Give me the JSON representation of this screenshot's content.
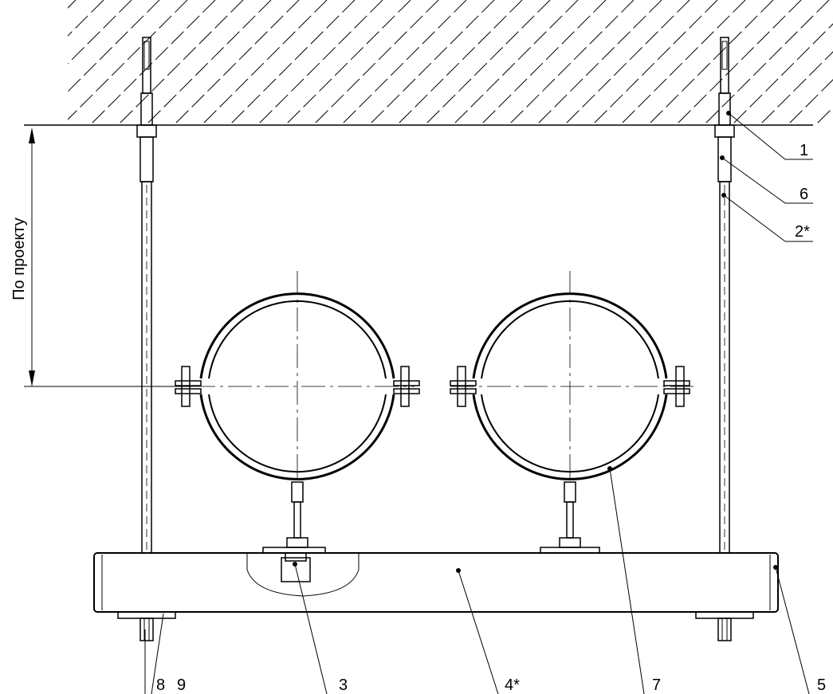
{
  "dimension": {
    "text": "По проекту"
  },
  "callouts": [
    {
      "id": "1",
      "text": "1"
    },
    {
      "id": "6",
      "text": "6"
    },
    {
      "id": "2",
      "text": "2*"
    },
    {
      "id": "8",
      "text": "8"
    },
    {
      "id": "9",
      "text": "9"
    },
    {
      "id": "3",
      "text": "3"
    },
    {
      "id": "4",
      "text": "4*"
    },
    {
      "id": "7",
      "text": "7"
    },
    {
      "id": "5",
      "text": "5"
    }
  ]
}
